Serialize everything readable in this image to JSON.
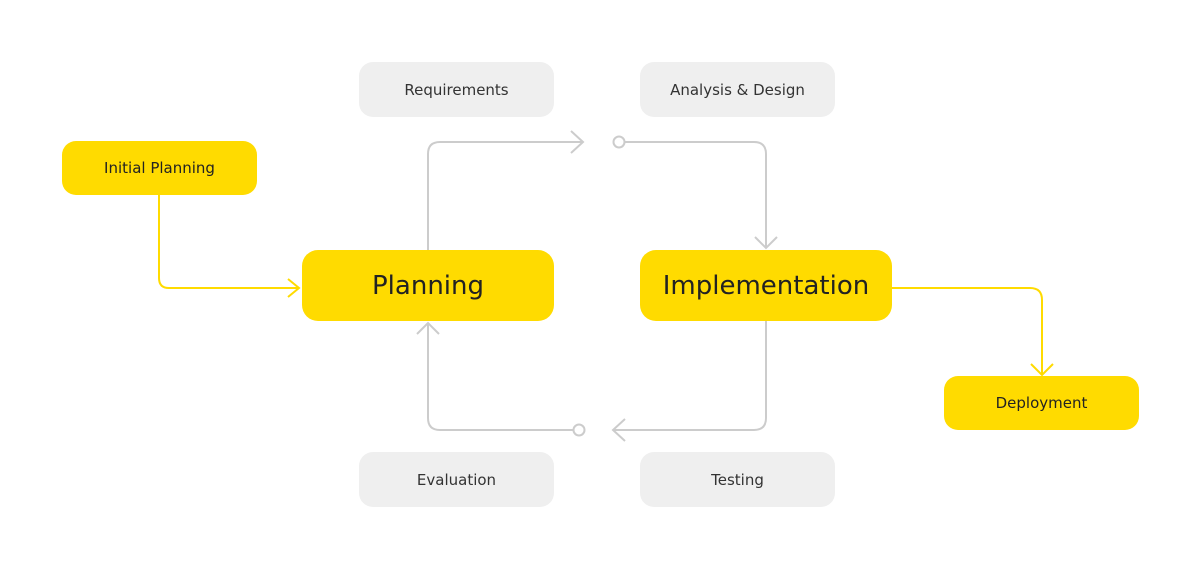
{
  "colors": {
    "accent": "#FFDB00",
    "neutral": "#EFEFEF",
    "connector_gray": "#CCCCCC",
    "connector_yellow": "#FFDB00"
  },
  "nodes": {
    "initial_planning": "Initial Planning",
    "requirements": "Requirements",
    "analysis_design": "Analysis & Design",
    "planning": "Planning",
    "implementation": "Implementation",
    "deployment": "Deployment",
    "evaluation": "Evaluation",
    "testing": "Testing"
  }
}
